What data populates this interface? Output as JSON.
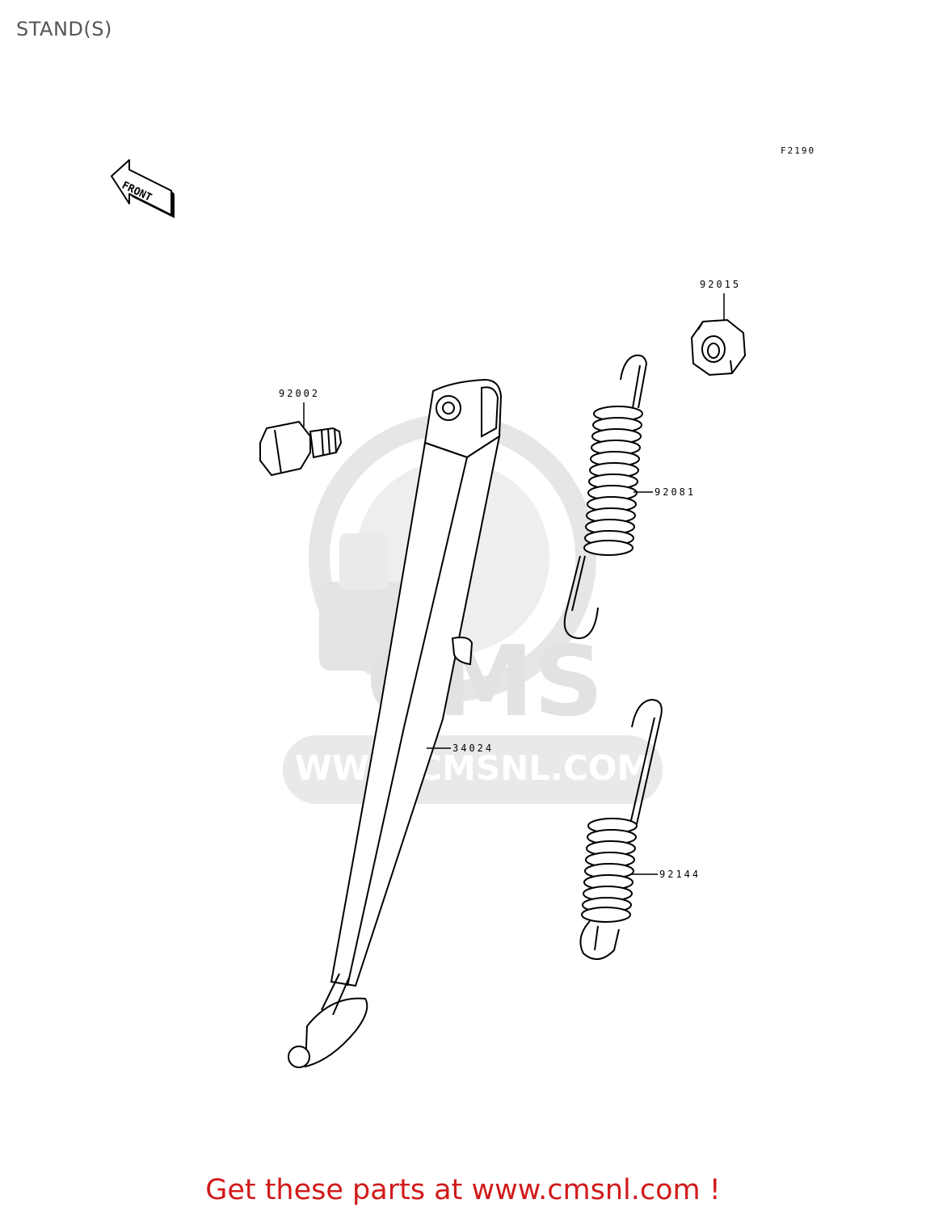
{
  "page": {
    "title": "STAND(S)",
    "diagram_code": "F2190"
  },
  "front_arrow": {
    "label": "FRONT"
  },
  "parts": [
    {
      "number": "92015"
    },
    {
      "number": "92002"
    },
    {
      "number": "92081"
    },
    {
      "number": "34024"
    },
    {
      "number": "92144"
    }
  ],
  "watermark": {
    "brand": "CMS",
    "url": "WWW.CMSNL.COM"
  },
  "footer": {
    "link_text": "Get these parts at www.cmsnl.com !",
    "color": "#d11a1a"
  }
}
